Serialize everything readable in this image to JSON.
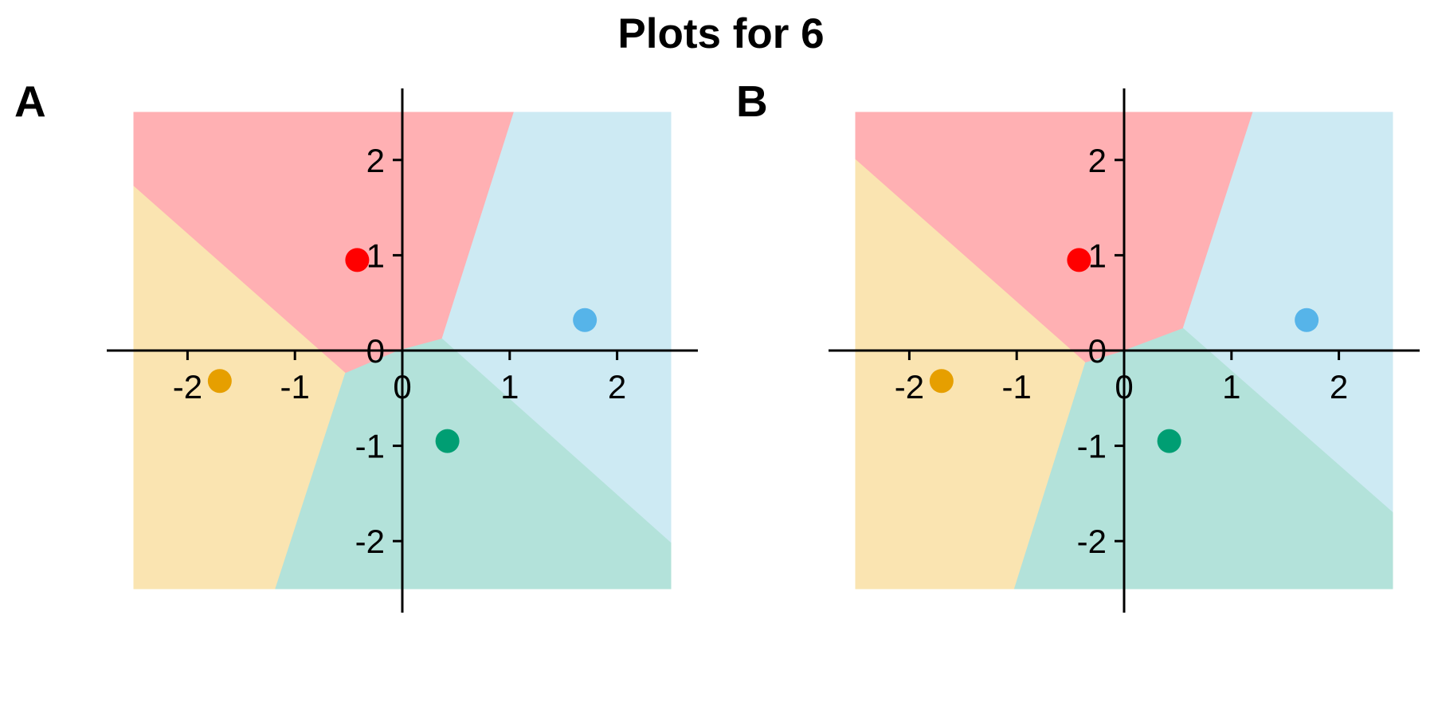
{
  "title": "Plots for 6",
  "chart_data": [
    {
      "type": "scatter",
      "panel_label": "A",
      "xlim": [
        -2.5,
        2.5
      ],
      "ylim": [
        -2.5,
        2.5
      ],
      "xticks": [
        -2,
        -1,
        0,
        1,
        2
      ],
      "yticks": [
        -2,
        -1,
        0,
        1,
        2
      ],
      "xtick_labels": [
        "-2",
        "-1",
        "0",
        "1",
        "2"
      ],
      "ytick_labels": [
        "-2",
        "-1",
        "0",
        "1",
        "2"
      ],
      "grid": false,
      "axes_through_origin": true,
      "points": [
        {
          "x": -0.42,
          "y": 0.95,
          "color": "#ff0000"
        },
        {
          "x": 1.7,
          "y": 0.32,
          "color": "#56b4e9"
        },
        {
          "x": -1.7,
          "y": -0.32,
          "color": "#e69f00"
        },
        {
          "x": 0.42,
          "y": -0.95,
          "color": "#009e73"
        }
      ],
      "regions": [
        {
          "color": "#ffb0b3",
          "polygon": [
            [
              -2.5,
              2.5
            ],
            [
              1.04,
              2.5
            ],
            [
              0.37,
              0.12
            ],
            [
              -0.03,
              0.0
            ],
            [
              -0.53,
              -0.24
            ],
            [
              -2.5,
              1.72
            ]
          ]
        },
        {
          "color": "#cdeaf3",
          "polygon": [
            [
              1.04,
              2.5
            ],
            [
              2.5,
              2.5
            ],
            [
              2.5,
              -2.02
            ],
            [
              0.37,
              0.12
            ]
          ]
        },
        {
          "color": "#fae4b1",
          "polygon": [
            [
              -2.5,
              1.72
            ],
            [
              -0.53,
              -0.24
            ],
            [
              -1.18,
              -2.5
            ],
            [
              -2.5,
              -2.5
            ]
          ]
        },
        {
          "color": "#b3e2da",
          "polygon": [
            [
              -0.53,
              -0.24
            ],
            [
              -0.03,
              0.0
            ],
            [
              0.37,
              0.12
            ],
            [
              2.5,
              -2.02
            ],
            [
              2.5,
              -2.5
            ],
            [
              -1.18,
              -2.5
            ]
          ]
        }
      ]
    },
    {
      "type": "scatter",
      "panel_label": "B",
      "xlim": [
        -2.5,
        2.5
      ],
      "ylim": [
        -2.5,
        2.5
      ],
      "xticks": [
        -2,
        -1,
        0,
        1,
        2
      ],
      "yticks": [
        -2,
        -1,
        0,
        1,
        2
      ],
      "xtick_labels": [
        "-2",
        "-1",
        "0",
        "1",
        "2"
      ],
      "ytick_labels": [
        "-2",
        "-1",
        "0",
        "1",
        "2"
      ],
      "grid": false,
      "axes_through_origin": true,
      "points": [
        {
          "x": -0.42,
          "y": 0.95,
          "color": "#ff0000"
        },
        {
          "x": 1.7,
          "y": 0.32,
          "color": "#56b4e9"
        },
        {
          "x": -1.7,
          "y": -0.32,
          "color": "#e69f00"
        },
        {
          "x": 0.42,
          "y": -0.95,
          "color": "#009e73"
        }
      ],
      "regions": [
        {
          "color": "#ffb0b3",
          "polygon": [
            [
              -2.5,
              2.5
            ],
            [
              1.2,
              2.5
            ],
            [
              0.55,
              0.23
            ],
            [
              -0.04,
              -0.02
            ],
            [
              -0.36,
              -0.13
            ],
            [
              -2.5,
              2.0
            ]
          ]
        },
        {
          "color": "#cdeaf3",
          "polygon": [
            [
              1.2,
              2.5
            ],
            [
              2.5,
              2.5
            ],
            [
              2.5,
              -1.7
            ],
            [
              0.55,
              0.23
            ]
          ]
        },
        {
          "color": "#fae4b1",
          "polygon": [
            [
              -2.5,
              2.0
            ],
            [
              -0.36,
              -0.13
            ],
            [
              -1.02,
              -2.5
            ],
            [
              -2.5,
              -2.5
            ]
          ]
        },
        {
          "color": "#b3e2da",
          "polygon": [
            [
              -0.36,
              -0.13
            ],
            [
              -0.04,
              -0.02
            ],
            [
              0.55,
              0.23
            ],
            [
              2.5,
              -1.7
            ],
            [
              2.5,
              -2.5
            ],
            [
              -1.02,
              -2.5
            ]
          ]
        }
      ]
    }
  ]
}
